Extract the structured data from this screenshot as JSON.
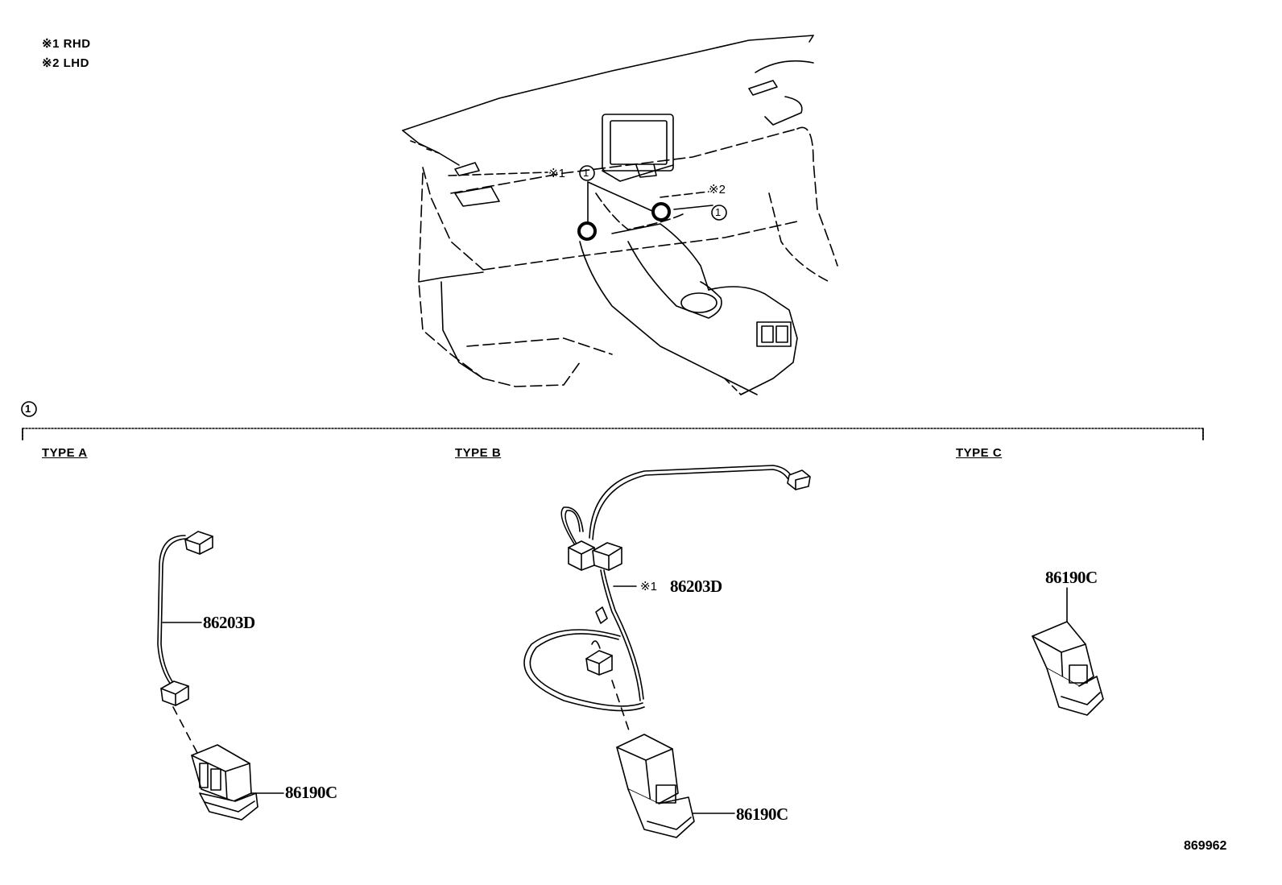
{
  "notes": [
    {
      "mark": "※1",
      "text": "RHD"
    },
    {
      "mark": "※2",
      "text": "LHD"
    }
  ],
  "callout": {
    "ref_number": "1",
    "mark1": "※1",
    "mark2": "※2"
  },
  "section_ref": "1",
  "types": {
    "a": {
      "title": "TYPE A",
      "wire_part": "86203D",
      "usb_part": "86190C"
    },
    "b": {
      "title": "TYPE B",
      "wire_mark": "※1",
      "wire_part": "86203D",
      "usb_part": "86190C"
    },
    "c": {
      "title": "TYPE C",
      "usb_part": "86190C"
    }
  },
  "diagram_number": "869962"
}
